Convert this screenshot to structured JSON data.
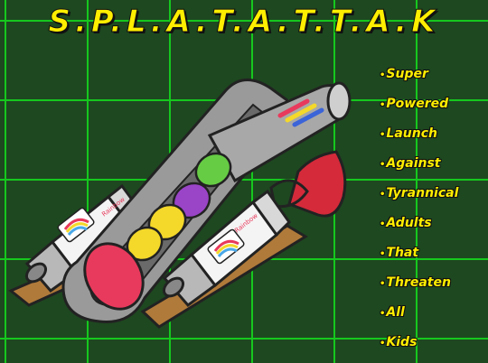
{
  "title": "S.P.L.A.T.A.T.T.A.K",
  "acronym_words": [
    "Super",
    "Powered",
    "Launch",
    "Against",
    "Tyrannical",
    "Adults",
    "That",
    "Threaten",
    "All",
    "Kids"
  ],
  "label_text": "Rainbow",
  "colors": {
    "background": "#1e4820",
    "grid": "#16c81e",
    "title_text": "#ffee00",
    "balloon_red": "#e83a5c",
    "balloon_yellow": "#f4d82a",
    "balloon_purple": "#9a44c8",
    "balloon_green": "#66cc44",
    "trigger_red": "#d42a3a",
    "wood": "#b07a3a"
  }
}
